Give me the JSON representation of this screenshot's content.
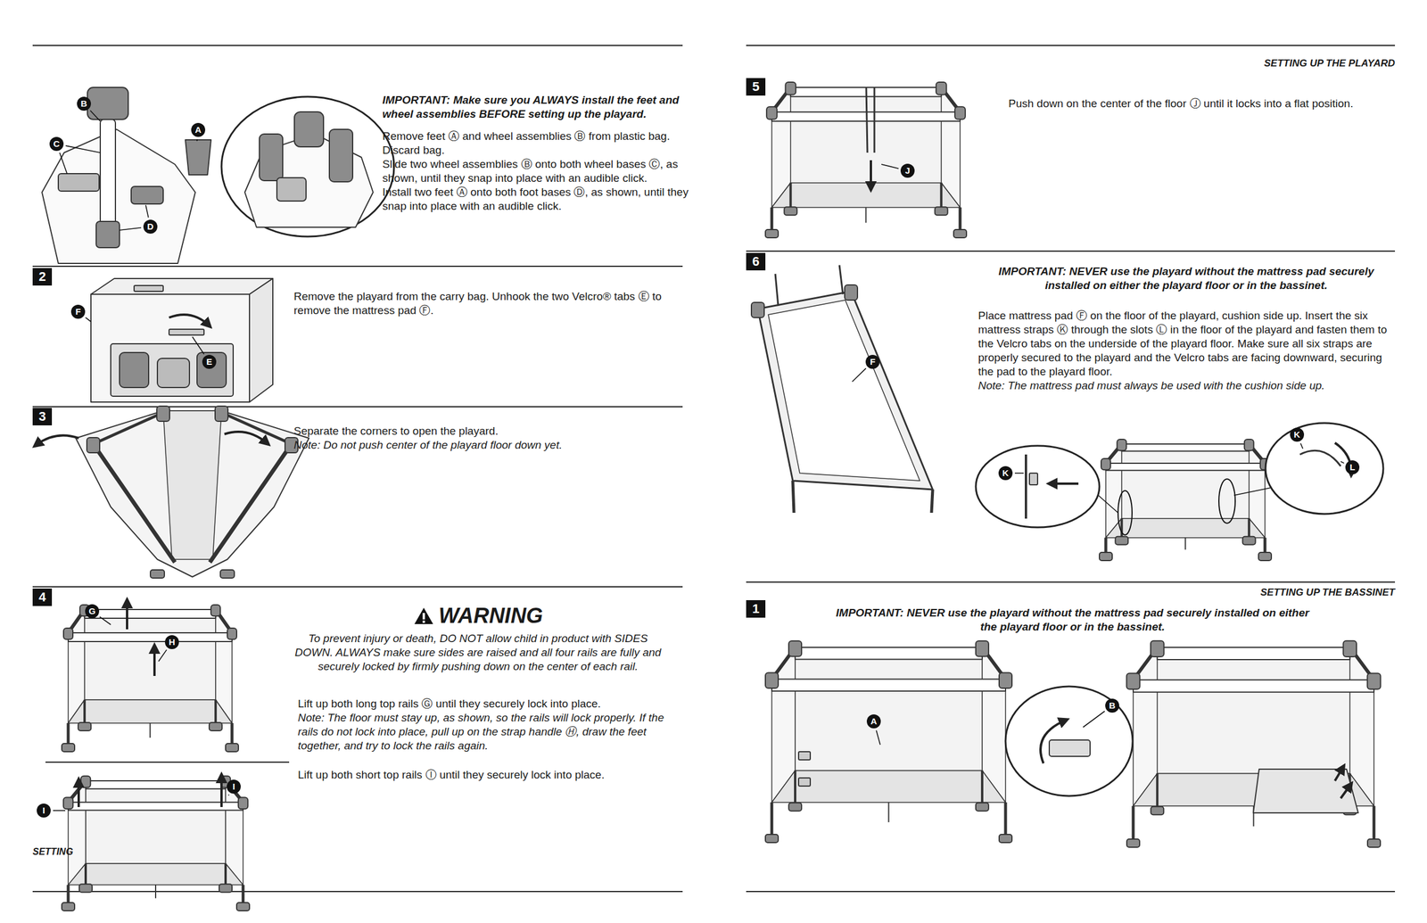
{
  "diagram": {
    "nodes": [
      {
        "text": [
          "2"
        ]
      },
      {
        "text": [
          "3"
        ]
      },
      {
        "text": [
          "4"
        ]
      },
      {
        "text": [
          "5"
        ]
      },
      {
        "text": [
          "6"
        ]
      },
      {
        "text": [
          "1"
        ]
      }
    ],
    "labels": [
      "IMPORTANT: Make sure you ALWAYS install the feet and wheel assemblies BEFORE setting up the playard.",
      "Remove feet Ⓐ and wheel assemblies Ⓑ from plastic bag. Discard bag.",
      "Slide two wheel assemblies Ⓑ onto both wheel bases Ⓒ, as shown, until they snap into place with an audible click.",
      "Install two feet Ⓐ onto both foot bases Ⓓ, as shown, until they snap into place with an audible click.",
      "B",
      "A",
      "C",
      "D",
      "Remove the playard from the carry bag. Unhook the two Velcro® tabs Ⓔ to remove the mattress pad Ⓕ.",
      "F",
      "E",
      "Separate the corners to open the playard.",
      "Note: Do not push center of the playard floor down yet.",
      "WARNING",
      "To prevent injury or death, DO NOT allow child in product with SIDES DOWN. ALWAYS make sure sides are raised and all four rails are fully and securely locked by firmly pushing down on the center of each rail.",
      "Lift up both long top rails Ⓖ until they securely lock into place.",
      "Note: The floor must stay up, as shown, so the rails will lock properly. If the rails do not lock into place, pull up on the strap handle Ⓗ, draw the feet together, and try to lock the rails again.",
      "Lift up both short top rails Ⓘ until they securely lock into place.",
      "G",
      "H",
      "I",
      "I",
      "SETTING",
      "SETTING UP THE PLAYARD",
      "Push down on the center of the floor Ⓙ until it locks into a flat position.",
      "J",
      "IMPORTANT: NEVER use the playard without the mattress pad securely installed on either the playard floor or in the bassinet.",
      "Place mattress pad Ⓕ on the floor of the playard, cushion side up. Insert the six mattress straps Ⓚ through the slots Ⓛ in the floor of the playard and fasten them to the Velcro tabs on the underside of the playard floor. Make sure all six straps are properly secured to the playard and the Velcro tabs are facing downward, securing the pad to the playard floor.",
      "Note: The mattress pad must always be used with the cushion side up.",
      "F",
      "K",
      "K",
      "L",
      "SETTING UP THE BASSINET",
      "IMPORTANT: NEVER use the playard without the mattress pad securely installed on either the playard floor or in the bassinet.",
      "A",
      "B"
    ]
  }
}
